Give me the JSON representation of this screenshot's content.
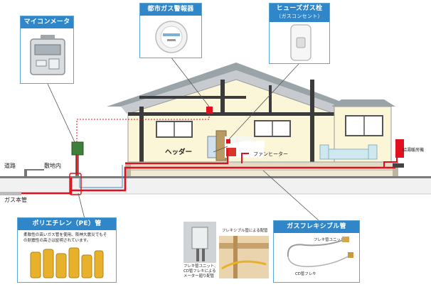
{
  "callouts": {
    "micom_meter": {
      "title": "マイコンメーター"
    },
    "gas_alarm": {
      "title": "都市ガス警報器"
    },
    "fuse_valve": {
      "title": "ヒューズガス栓",
      "subtitle": "（ガスコンセント）"
    },
    "pe_pipe": {
      "title": "ポリエチレン（PE）管",
      "desc_line1": "柔軟性の高いガス管を使用。阪神大震災でもそ",
      "desc_line2": "の耐震性の高さは証明されています。"
    },
    "flex_pipe": {
      "title": "ガスフレキシブル管",
      "unit_label": "フレキ管ユニット",
      "cd_label": "CD管フレキ"
    }
  },
  "labels": {
    "road": "道路",
    "premises": "敷地内",
    "gas_main": "ガス本管",
    "header": "ヘッダー",
    "fan_heater": "ファンヒーター",
    "water_heater": "給湯暖房機"
  },
  "photo_captions": {
    "unit_line1": "フレキ管ユニット、",
    "unit_line2": "CD管フレキによる",
    "unit_line3": "メーター廻り配管",
    "flex_piping": "フレキシブル管による配管"
  },
  "colors": {
    "callout_title_bg": "#2f86c8",
    "callout_border": "#5aa6d8",
    "pipe_red": "#e0101e",
    "house_wall": "#fbf6d8",
    "roof": "#9aa3a8"
  }
}
